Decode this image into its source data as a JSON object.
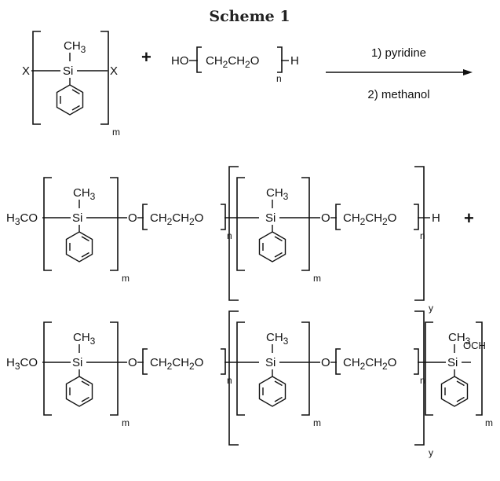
{
  "scheme": {
    "title": "Scheme 1",
    "atoms": {
      "x": "X",
      "si": "Si",
      "ch3": "CH",
      "three": "3",
      "ho": "HO",
      "h": "H",
      "ch2ch2o": "CH",
      "two": "2",
      "o": "O",
      "h3": "H",
      "co": "CO",
      "och3": "OCH",
      "plus": "+"
    },
    "subscripts": {
      "m": "m",
      "n": "n",
      "y": "y"
    },
    "conditions": {
      "step1": "1) pyridine",
      "step2": "2) methanol"
    }
  }
}
